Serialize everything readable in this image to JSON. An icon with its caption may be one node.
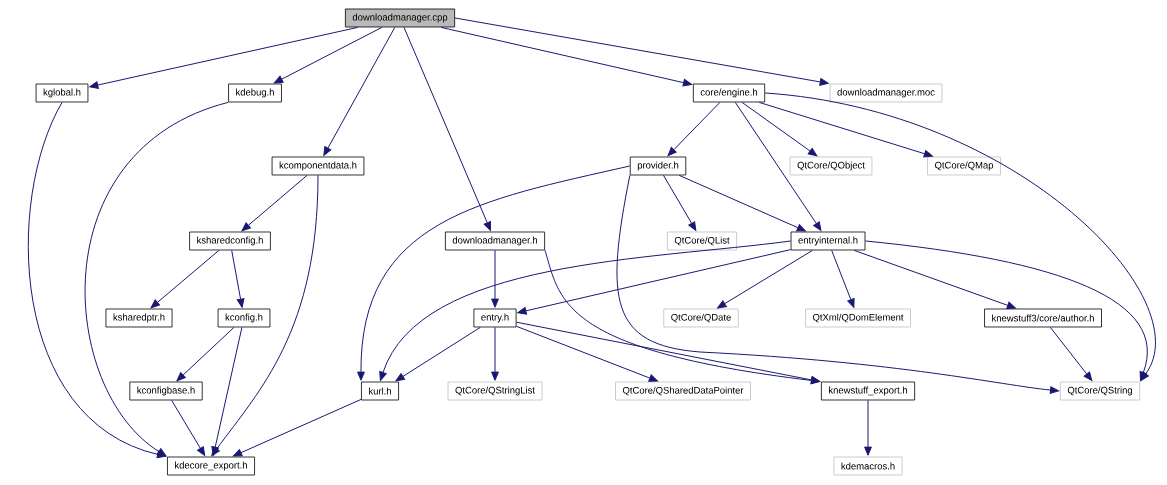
{
  "diagram": {
    "nodes": [
      {
        "text": [
          "downloadmanager.cpp"
        ]
      },
      {
        "text": [
          "kglobal.h"
        ]
      },
      {
        "text": [
          "kdebug.h"
        ]
      },
      {
        "text": [
          "core/engine.h"
        ]
      },
      {
        "text": [
          "downloadmanager.moc"
        ]
      },
      {
        "text": [
          "kcomponentdata.h"
        ]
      },
      {
        "text": [
          "provider.h"
        ]
      },
      {
        "text": [
          "QtCore/QObject"
        ]
      },
      {
        "text": [
          "QtCore/QMap"
        ]
      },
      {
        "text": [
          "ksharedconfig.h"
        ]
      },
      {
        "text": [
          "downloadmanager.h"
        ]
      },
      {
        "text": [
          "QtCore/QList"
        ]
      },
      {
        "text": [
          "entryinternal.h"
        ]
      },
      {
        "text": [
          "ksharedptr.h"
        ]
      },
      {
        "text": [
          "kconfig.h"
        ]
      },
      {
        "text": [
          "entry.h"
        ]
      },
      {
        "text": [
          "QtCore/QDate"
        ]
      },
      {
        "text": [
          "QtXml/QDomElement"
        ]
      },
      {
        "text": [
          "knewstuff3/core/author.h"
        ]
      },
      {
        "text": [
          "kconfigbase.h"
        ]
      },
      {
        "text": [
          "kurl.h"
        ]
      },
      {
        "text": [
          "QtCore/QStringList"
        ]
      },
      {
        "text": [
          "QtCore/QSharedDataPointer"
        ]
      },
      {
        "text": [
          "knewstuff_export.h"
        ]
      },
      {
        "text": [
          "QtCore/QString"
        ]
      },
      {
        "text": [
          "kdemacros.h"
        ]
      },
      {
        "text": [
          "kdecore_export.h"
        ]
      }
    ],
    "edges": [
      {
        "from": 0,
        "to": 1,
        "arrow": "to"
      },
      {
        "from": 0,
        "to": 2,
        "arrow": "to"
      },
      {
        "from": 0,
        "to": 5,
        "arrow": "to"
      },
      {
        "from": 0,
        "to": 10,
        "arrow": "to"
      },
      {
        "from": 0,
        "to": 3,
        "arrow": "to"
      },
      {
        "from": 0,
        "to": 4,
        "arrow": "to"
      },
      {
        "from": 1,
        "to": 26,
        "arrow": "to"
      },
      {
        "from": 2,
        "to": 26,
        "arrow": "to"
      },
      {
        "from": 5,
        "to": 9,
        "arrow": "to"
      },
      {
        "from": 5,
        "to": 26,
        "arrow": "to"
      },
      {
        "from": 9,
        "to": 13,
        "arrow": "to"
      },
      {
        "from": 9,
        "to": 14,
        "arrow": "to"
      },
      {
        "from": 14,
        "to": 19,
        "arrow": "to"
      },
      {
        "from": 14,
        "to": 26,
        "arrow": "to"
      },
      {
        "from": 19,
        "to": 26,
        "arrow": "to"
      },
      {
        "from": 3,
        "to": 6,
        "arrow": "to"
      },
      {
        "from": 3,
        "to": 12,
        "arrow": "to"
      },
      {
        "from": 3,
        "to": 7,
        "arrow": "to"
      },
      {
        "from": 3,
        "to": 8,
        "arrow": "to"
      },
      {
        "from": 3,
        "to": 24,
        "arrow": "to"
      },
      {
        "from": 6,
        "to": 20,
        "arrow": "to"
      },
      {
        "from": 6,
        "to": 11,
        "arrow": "to"
      },
      {
        "from": 6,
        "to": 12,
        "arrow": "to"
      },
      {
        "from": 6,
        "to": 24,
        "arrow": "to"
      },
      {
        "from": 10,
        "to": 15,
        "arrow": "to"
      },
      {
        "from": 10,
        "to": 23,
        "arrow": "to"
      },
      {
        "from": 12,
        "to": 15,
        "arrow": "to"
      },
      {
        "from": 12,
        "to": 20,
        "arrow": "to"
      },
      {
        "from": 12,
        "to": 16,
        "arrow": "to"
      },
      {
        "from": 12,
        "to": 17,
        "arrow": "to"
      },
      {
        "from": 12,
        "to": 18,
        "arrow": "to"
      },
      {
        "from": 12,
        "to": 24,
        "arrow": "to"
      },
      {
        "from": 15,
        "to": 20,
        "arrow": "to"
      },
      {
        "from": 15,
        "to": 21,
        "arrow": "to"
      },
      {
        "from": 15,
        "to": 22,
        "arrow": "to"
      },
      {
        "from": 15,
        "to": 23,
        "arrow": "to"
      },
      {
        "from": 18,
        "to": 24,
        "arrow": "to"
      },
      {
        "from": 20,
        "to": 26,
        "arrow": "to"
      },
      {
        "from": 23,
        "to": 25,
        "arrow": "to"
      }
    ]
  }
}
